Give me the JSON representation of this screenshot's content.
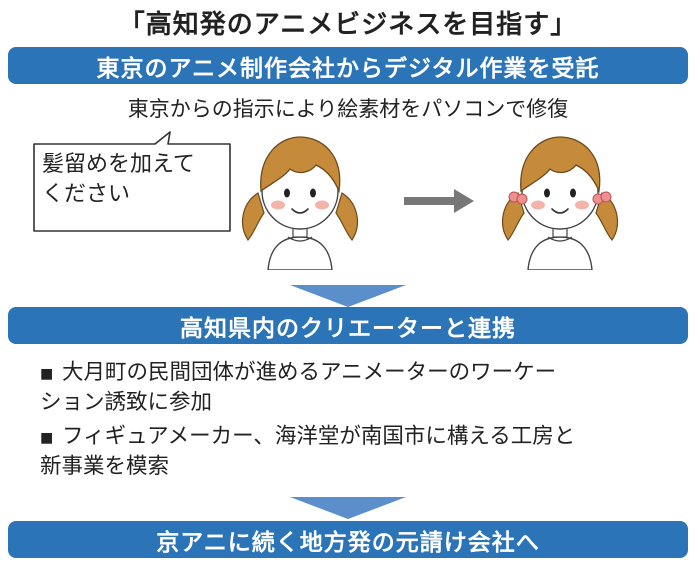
{
  "title": "「高知発のアニメビジネスを目指す」",
  "colors": {
    "band": "#2b74b8",
    "arrow": "#5a8fcb",
    "hair": "#c58a3a",
    "cheek": "#f4b3a8",
    "hair_tie": "#ef8f90",
    "gray_arrow": "#777777"
  },
  "section1": {
    "heading": "東京のアニメ制作会社からデジタル作業を受託",
    "description": "東京からの指示により絵素材をパソコンで修復",
    "speech": {
      "line1": "髪留めを加えて",
      "line2": "ください"
    }
  },
  "section2": {
    "heading": "高知県内のクリエーターと連携",
    "items": [
      {
        "line1": "大月町の民間団体が進めるアニメーターのワーケー",
        "line2": "ション誘致に参加"
      },
      {
        "line1": "フィギュアメーカー、海洋堂が南国市に構える工房と",
        "line2": "新事業を模索"
      }
    ]
  },
  "section3": {
    "heading": "京アニに続く地方発の元請け会社へ"
  },
  "icons": {
    "bullet": "square-bullet",
    "flow": "chevron-down-arrow",
    "transition": "right-arrow"
  }
}
